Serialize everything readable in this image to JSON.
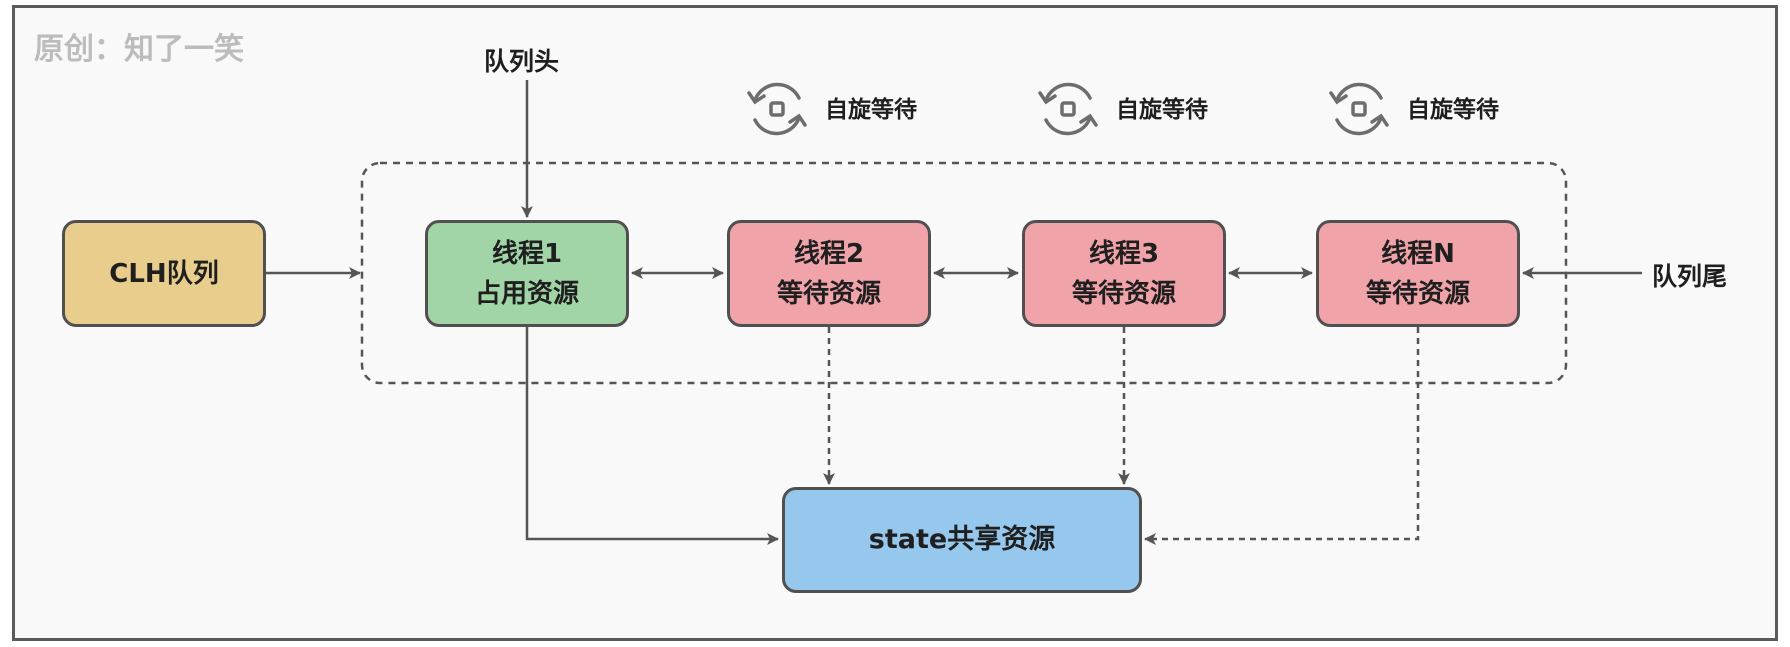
{
  "watermark": "原创：知了一笑",
  "queue_head_label": "队列头",
  "queue_tail_label": "队列尾",
  "clh_label": "CLH队列",
  "spin_labels": [
    "自旋等待",
    "自旋等待",
    "自旋等待"
  ],
  "spin_icon": "sync-cycle-icon",
  "threads": [
    {
      "name": "线程1",
      "status": "占用资源",
      "color": "#a1d5a7"
    },
    {
      "name": "线程2",
      "status": "等待资源",
      "color": "#f0a3a9"
    },
    {
      "name": "线程3",
      "status": "等待资源",
      "color": "#f0a3a9"
    },
    {
      "name": "线程N",
      "status": "等待资源",
      "color": "#f0a3a9"
    }
  ],
  "state_label": "state共享资源",
  "colors": {
    "clh_box": "#e8cd8d",
    "state_box": "#96c7ec",
    "border": "#505050",
    "arrow": "#555555"
  }
}
